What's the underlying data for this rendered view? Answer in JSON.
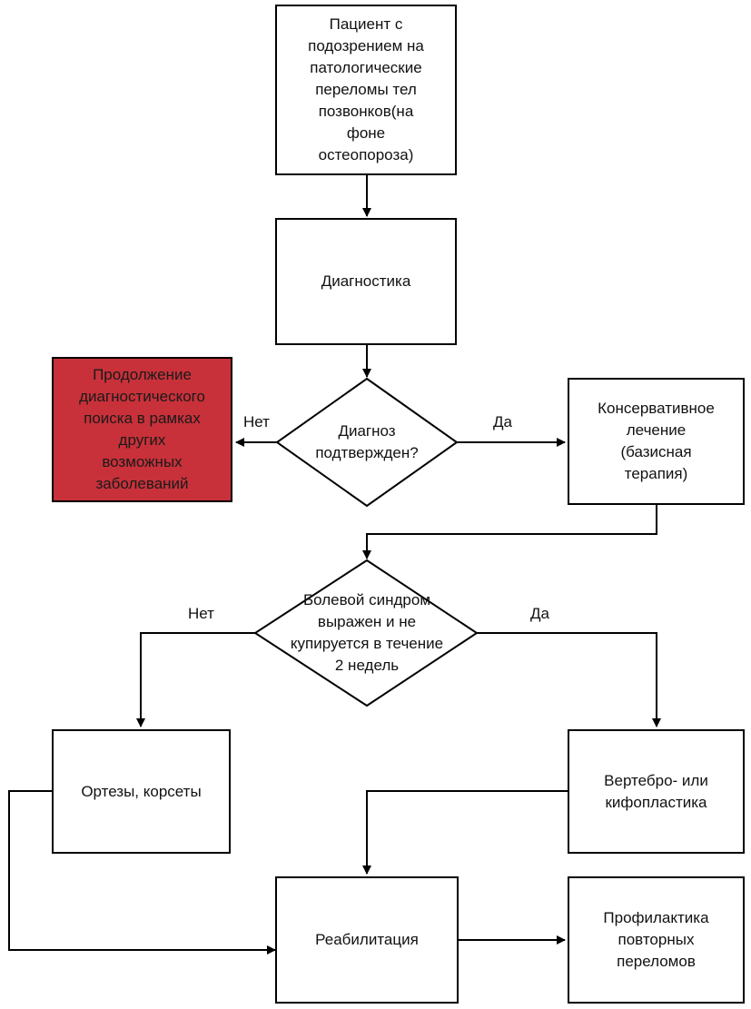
{
  "colors": {
    "line": "#000000",
    "box_fill": "#ffffff",
    "highlight_fill": "#c8313a"
  },
  "nodes": {
    "patient": "Пациент с\nподозрением на\nпатологические\nпереломы тел\nпозвонков(на\nфоне\nостеопороза)",
    "diagnostics": "Диагностика",
    "confirmed": "Диагноз\nподтвержден?",
    "continue_search": "Продолжение\nдиагностического\nпоиска в рамках\nдругих\nвозможных\nзаболеваний",
    "conservative": "Консервативное\nлечение\n(базисная\nтерапия)",
    "pain": "Болевой синдром\nвыражен и не\nкупируется в течение\n2 недель",
    "orthoses": "Ортезы, корсеты",
    "vertebro": "Вертебро- или\nкифопластика",
    "rehab": "Реабилитация",
    "prevention": "Профилактика\nповторных\nпереломов"
  },
  "edge_labels": {
    "confirmed_no": "Нет",
    "confirmed_yes": "Да",
    "pain_no": "Нет",
    "pain_yes": "Да"
  }
}
